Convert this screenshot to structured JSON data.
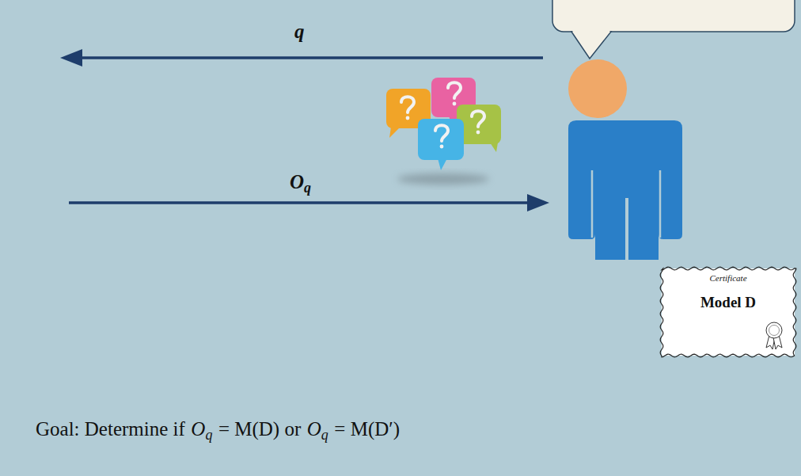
{
  "diagram": {
    "nodes": [
      {
        "text": [
          "Certificate",
          "Model D"
        ]
      }
    ],
    "labels": [
      "q",
      "O",
      "q",
      "Goal: Determine if",
      "O",
      "q",
      "= M(D) or",
      "O",
      "q",
      "= M(D′)"
    ]
  }
}
